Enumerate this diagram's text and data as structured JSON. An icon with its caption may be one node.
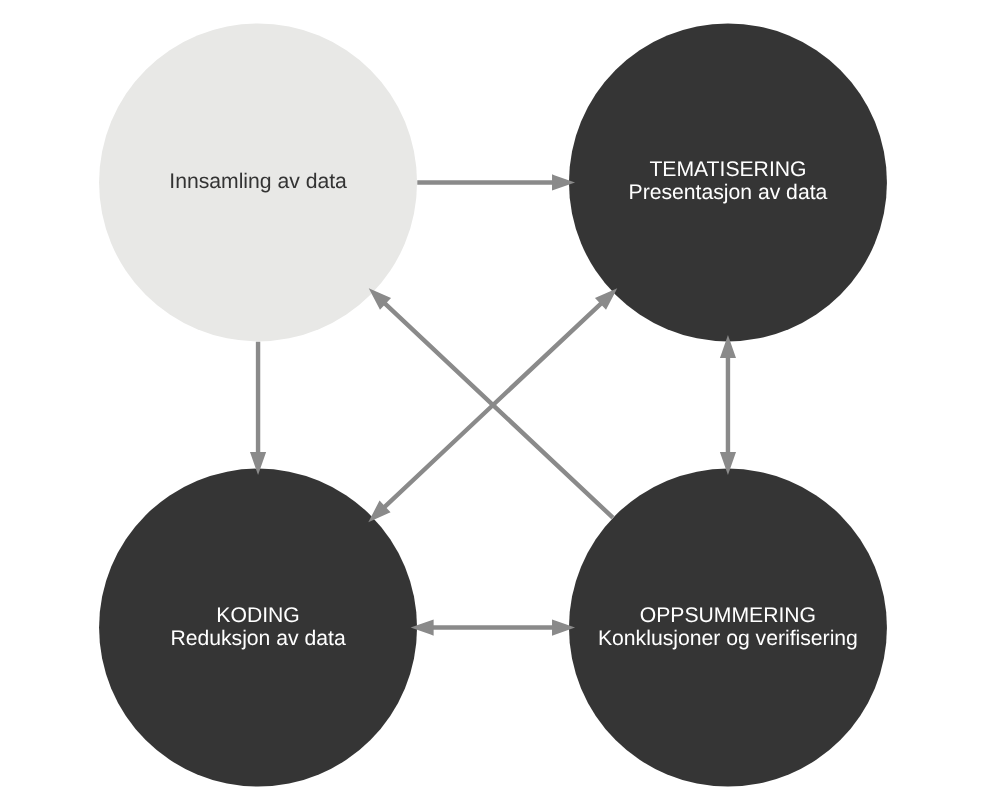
{
  "diagram": {
    "nodes": [
      {
        "text": [
          "Innsamling av data"
        ]
      },
      {
        "text": [
          "TEMATISERING",
          "Presentasjon av data"
        ]
      },
      {
        "text": [
          "KODING",
          "Reduksjon av data"
        ]
      },
      {
        "text": [
          "OPPSUMMERING",
          "Konklusjoner og verifisering"
        ]
      }
    ],
    "edges": [
      {
        "from": 0,
        "to": 1,
        "arrow": "to"
      },
      {
        "from": 0,
        "to": 2,
        "arrow": "to"
      },
      {
        "from": 1,
        "to": 2,
        "arrow": "both"
      },
      {
        "from": 1,
        "to": 3,
        "arrow": "both"
      },
      {
        "from": 2,
        "to": 3,
        "arrow": "both"
      },
      {
        "from": 3,
        "to": 0,
        "arrow": "to"
      }
    ]
  }
}
